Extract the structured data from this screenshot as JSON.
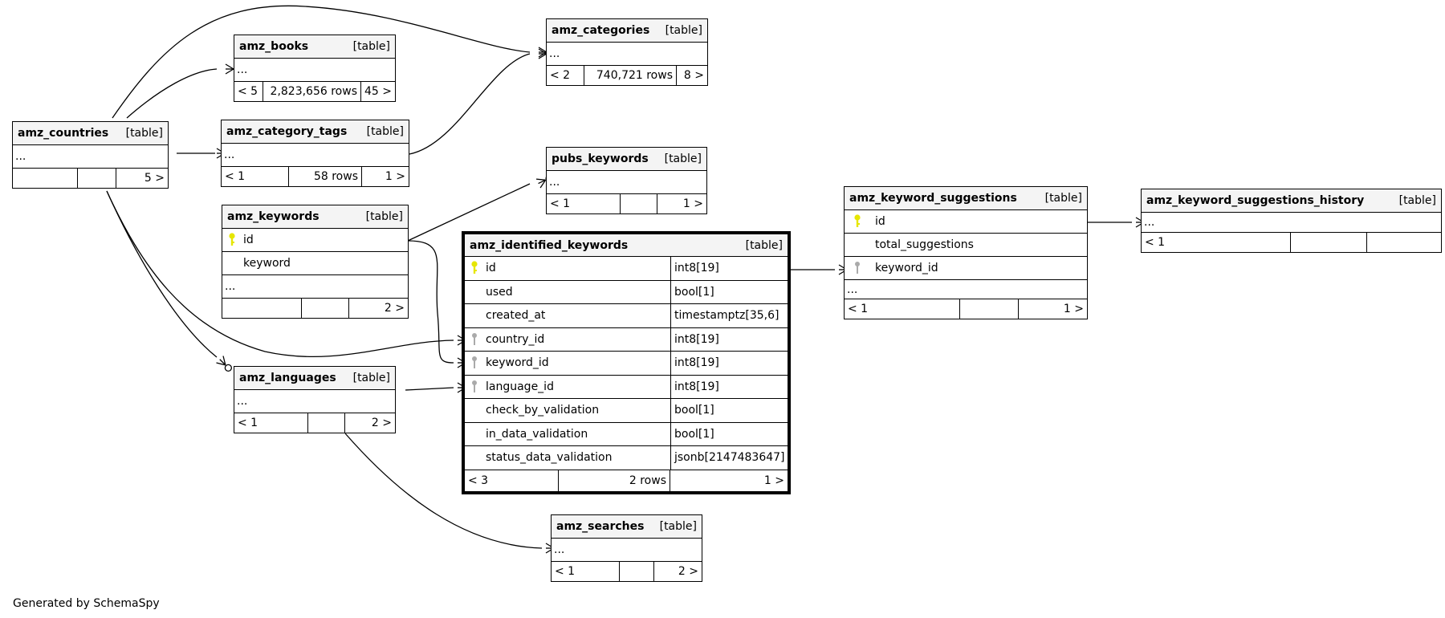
{
  "tables": {
    "amz_categories": {
      "name": "amz_categories",
      "tag": "[table]",
      "rows": [
        "..."
      ],
      "footer": [
        "< 2",
        "740,721 rows",
        "8 >"
      ]
    },
    "amz_books": {
      "name": "amz_books",
      "tag": "[table]",
      "rows": [
        "..."
      ],
      "footer": [
        "< 5",
        "2,823,656 rows",
        "45 >"
      ]
    },
    "amz_countries": {
      "name": "amz_countries",
      "tag": "[table]",
      "rows": [
        "..."
      ],
      "footer": [
        "",
        "",
        "5 >"
      ]
    },
    "amz_category_tags": {
      "name": "amz_category_tags",
      "tag": "[table]",
      "rows": [
        "..."
      ],
      "footer": [
        "< 1",
        "58 rows",
        "1 >"
      ]
    },
    "pubs_keywords": {
      "name": "pubs_keywords",
      "tag": "[table]",
      "rows": [
        "..."
      ],
      "footer": [
        "< 1",
        "",
        "1 >"
      ]
    },
    "amz_keywords": {
      "name": "amz_keywords",
      "tag": "[table]",
      "columns": [
        {
          "name": "id",
          "key": "primary"
        },
        {
          "name": "keyword",
          "key": "none"
        }
      ],
      "rows": [
        "..."
      ],
      "footer": [
        "",
        "",
        "2 >"
      ]
    },
    "amz_identified_keywords": {
      "name": "amz_identified_keywords",
      "tag": "[table]",
      "columns": [
        {
          "name": "id",
          "type": "int8[19]",
          "key": "primary"
        },
        {
          "name": "used",
          "type": "bool[1]",
          "key": "none"
        },
        {
          "name": "created_at",
          "type": "timestamptz[35,6]",
          "key": "none"
        },
        {
          "name": "country_id",
          "type": "int8[19]",
          "key": "foreign"
        },
        {
          "name": "keyword_id",
          "type": "int8[19]",
          "key": "foreign"
        },
        {
          "name": "language_id",
          "type": "int8[19]",
          "key": "foreign"
        },
        {
          "name": "check_by_validation",
          "type": "bool[1]",
          "key": "none"
        },
        {
          "name": "in_data_validation",
          "type": "bool[1]",
          "key": "none"
        },
        {
          "name": "status_data_validation",
          "type": "jsonb[2147483647]",
          "key": "none"
        }
      ],
      "footer": [
        "< 3",
        "2 rows",
        "1 >"
      ]
    },
    "amz_keyword_suggestions": {
      "name": "amz_keyword_suggestions",
      "tag": "[table]",
      "columns": [
        {
          "name": "id",
          "key": "primary"
        },
        {
          "name": "total_suggestions",
          "key": "none"
        },
        {
          "name": "keyword_id",
          "key": "foreign"
        }
      ],
      "rows": [
        "..."
      ],
      "footer": [
        "< 1",
        "",
        "1 >"
      ]
    },
    "amz_keyword_suggestions_history": {
      "name": "amz_keyword_suggestions_history",
      "tag": "[table]",
      "rows": [
        "..."
      ],
      "footer": [
        "< 1",
        "",
        ""
      ]
    },
    "amz_languages": {
      "name": "amz_languages",
      "tag": "[table]",
      "rows": [
        "..."
      ],
      "footer": [
        "< 1",
        "",
        "2 >"
      ]
    },
    "amz_searches": {
      "name": "amz_searches",
      "tag": "[table]",
      "rows": [
        "..."
      ],
      "footer": [
        "< 1",
        "",
        "2 >"
      ]
    }
  },
  "icons": {
    "primary_key": "primary-key-icon",
    "foreign_key": "foreign-key-icon"
  },
  "colors": {
    "primary_key": "#e6e600",
    "foreign_key": "#aaaaaa",
    "header_bg": "#f4f4f4",
    "line": "#000000"
  },
  "credit": "Generated by SchemaSpy"
}
